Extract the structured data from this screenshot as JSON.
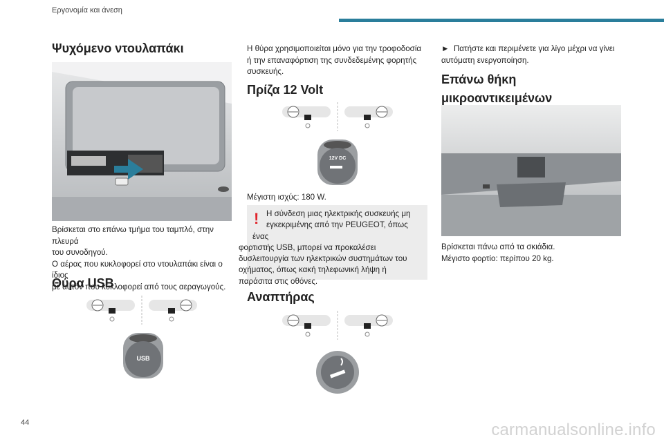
{
  "header": {
    "section_title": "Εργονομία και άνεση",
    "accent_color": "#2a7e9b"
  },
  "col1": {
    "heading_glovebox": "Ψυχόμενο ντουλαπάκι",
    "glovebox_text": [
      "Βρίσκεται στο επάνω τμήμα του ταμπλό, στην πλευρά",
      "του συνοδηγού.",
      "Ο αέρας που κυκλοφορεί στο ντουλαπάκι είναι ο ίδιος",
      "με αυτόν που κυκλοφορεί από τους αεραγωγούς."
    ],
    "heading_usb": "Θύρα USB",
    "usb_socket_label": "USB"
  },
  "col2": {
    "usb_text": [
      "Η θύρα χρησιμοποιείται μόνο για την τροφοδοσία",
      "ή την επαναφόρτιση της συνδεδεμένης φορητής",
      "συσκευής."
    ],
    "heading_12v": "Πρίζα 12 Volt",
    "socket_label_line1": "12V DC",
    "max_power": "Μέγιστη ισχύς: 180 W.",
    "warning_icon": "exclamation-icon",
    "warning_text": [
      "Η σύνδεση μιας ηλεκτρικής συσκευής μη",
      "εγκεκριμένης από την PEUGEOT, όπως ένας",
      "φορτιστής USB, μπορεί να προκαλέσει",
      "δυσλειτουργία των ηλεκτρικών συστημάτων του",
      "οχήματος, όπως κακή τηλεφωνική λήψη ή",
      "παράσιτα στις οθόνες."
    ],
    "heading_lighter": "Αναπτήρας"
  },
  "col3": {
    "instruction": [
      "Πατήστε και περιμένετε για λίγο μέχρι να γίνει",
      "αυτόματη ενεργοποίηση."
    ],
    "instruction_marker": "►",
    "heading_tray_line1": "Επάνω θήκη",
    "heading_tray_line2": "μικροαντικειμένων",
    "tray_text": [
      "Βρίσκεται πάνω από τα σκιάδια.",
      "Μέγιστο φορτίο: περίπου 20 kg."
    ]
  },
  "footer": {
    "page_number": "44",
    "watermark": "carmanualsonline.info"
  }
}
